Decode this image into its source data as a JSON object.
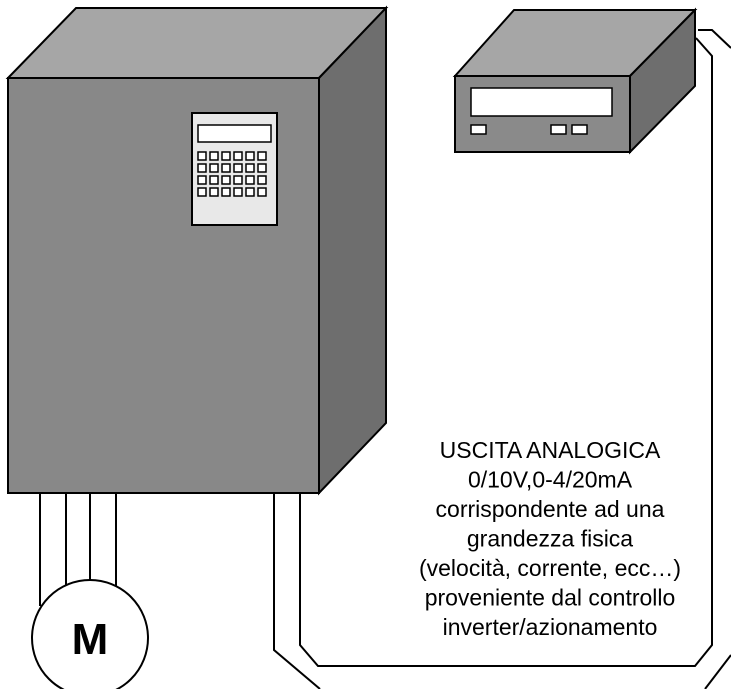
{
  "motor": {
    "label": "M"
  },
  "analog_output": {
    "lines": [
      "USCITA ANALOGICA",
      "0/10V,0-4/20mA",
      "corrispondente ad una",
      "grandezza fisica",
      "(velocità, corrente, ecc…)",
      "proveniente dal controllo",
      "inverter/azionamento"
    ]
  },
  "colors": {
    "cabinet_front": "#888888",
    "cabinet_top": "#a6a6a6",
    "cabinet_side": "#6e6e6e",
    "keypad_face": "#e8e8e8",
    "display_front": "#8a8a8a",
    "stroke": "#000000"
  }
}
